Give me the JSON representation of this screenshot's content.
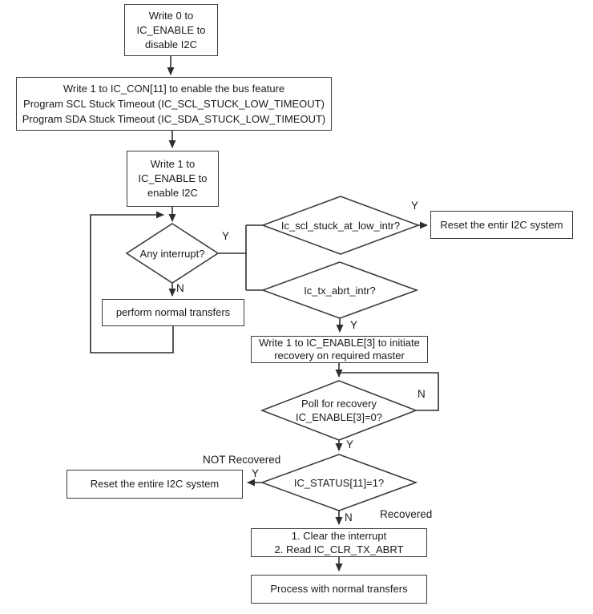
{
  "colors": {
    "line": "#2e2e2e",
    "box_border": "#3c3c3c",
    "text": "#1a1a1a",
    "background": "#ffffff"
  },
  "nodes": {
    "disable": {
      "lines": [
        "Write 0 to",
        "IC_ENABLE to",
        "disable I2C"
      ]
    },
    "configure": {
      "lines": [
        "Write 1 to IC_CON[11] to enable the bus feature",
        "Program SCL Stuck Timeout (IC_SCL_STUCK_LOW_TIMEOUT)",
        "Program SDA Stuck Timeout (IC_SDA_STUCK_LOW_TIMEOUT)"
      ]
    },
    "enable": {
      "lines": [
        "Write 1 to",
        "IC_ENABLE to",
        "enable I2C"
      ]
    },
    "any_interrupt": {
      "label": "Any interrupt?"
    },
    "perform_normal": {
      "label": "perform normal transfers"
    },
    "scl_stuck": {
      "label": "Ic_scl_stuck_at_low_intr?"
    },
    "reset_entir": {
      "label": "Reset the entir I2C system"
    },
    "tx_abrt": {
      "label": "Ic_tx_abrt_intr?"
    },
    "initiate_recovery": {
      "lines": [
        "Write 1 to IC_ENABLE[3] to initiate",
        "recovery on required master"
      ]
    },
    "poll_recovery": {
      "lines": [
        "Poll for recovery",
        "IC_ENABLE[3]=0?"
      ]
    },
    "status_check": {
      "label": "IC_STATUS[11]=1?"
    },
    "reset_entire": {
      "label": "Reset the entire I2C system"
    },
    "clear_interrupt": {
      "lines": [
        "1. Clear the interrupt",
        "2. Read IC_CLR_TX_ABRT"
      ]
    },
    "process_normal": {
      "label": "Process with normal transfers"
    }
  },
  "edge_labels": {
    "any_yes": "Y",
    "any_no": "N",
    "scl_yes": "Y",
    "tx_yes": "Y",
    "poll_no": "N",
    "poll_yes": "Y",
    "status_yes": "Y",
    "status_no": "N",
    "not_recovered": "NOT Recovered",
    "recovered": "Recovered"
  }
}
